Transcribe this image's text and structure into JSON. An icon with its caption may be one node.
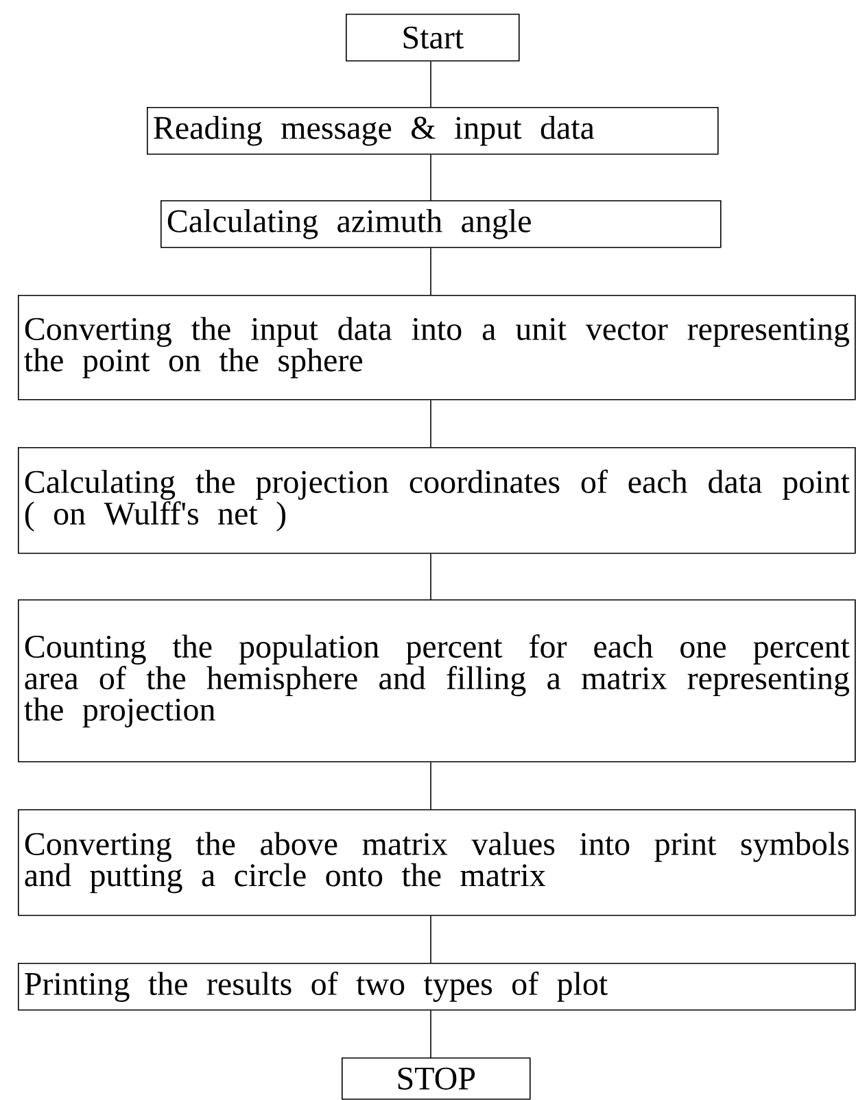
{
  "diagram": {
    "nodes": [
      {
        "text": [
          "Start"
        ]
      },
      {
        "text": [
          "Reading message & input data"
        ]
      },
      {
        "text": [
          "Calculating azimuth angle"
        ]
      },
      {
        "text": [
          "Converting the input data into a unit vector representing the point on the sphere"
        ]
      },
      {
        "text": [
          "Calculating the projection coordinates of each data point ( on Wulff's net )"
        ]
      },
      {
        "text": [
          "Counting the population percent for each one percent area of the hemisphere and filling a matrix representing the projection"
        ]
      },
      {
        "text": [
          "Converting the above matrix values into print symbols and putting a circle onto the matrix"
        ]
      },
      {
        "text": [
          "Printing the results of two types of plot"
        ]
      },
      {
        "text": [
          "STOP"
        ]
      }
    ],
    "edges": [
      {
        "from": 0,
        "to": 1,
        "arrow": "none"
      },
      {
        "from": 1,
        "to": 2,
        "arrow": "none"
      },
      {
        "from": 2,
        "to": 3,
        "arrow": "none"
      },
      {
        "from": 3,
        "to": 4,
        "arrow": "none"
      },
      {
        "from": 4,
        "to": 5,
        "arrow": "none"
      },
      {
        "from": 5,
        "to": 6,
        "arrow": "none"
      },
      {
        "from": 6,
        "to": 7,
        "arrow": "none"
      },
      {
        "from": 7,
        "to": 8,
        "arrow": "none"
      }
    ]
  }
}
